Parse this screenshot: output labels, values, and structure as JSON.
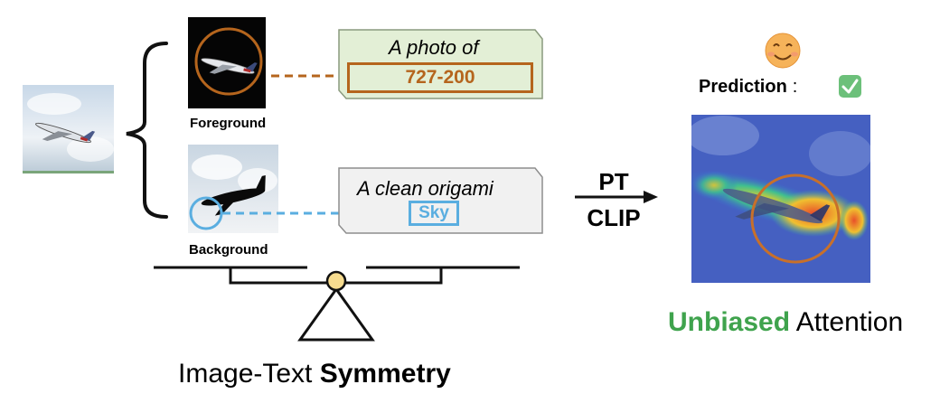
{
  "foreground_label": "Foreground",
  "background_label": "Background",
  "prompt_top_text": "A photo of",
  "prompt_top_class": "727-200",
  "prompt_bottom_text": "A clean origami",
  "prompt_bottom_class": "Sky",
  "method_top": "PT",
  "method_bottom": "CLIP",
  "prediction_label": "Prediction",
  "prediction_sep": ":",
  "caption_normal": "Image-Text ",
  "caption_bold": "Symmetry",
  "result_bold": "Unbiased",
  "result_normal": " Attention",
  "colors": {
    "foreground_accent": "#b5651d",
    "background_accent": "#5aaee0",
    "unbiased_green": "#3fa34d",
    "fulcrum_fill": "#f7dc8f"
  },
  "icons": [
    "smiley-icon",
    "check-icon",
    "airplane-icon"
  ]
}
